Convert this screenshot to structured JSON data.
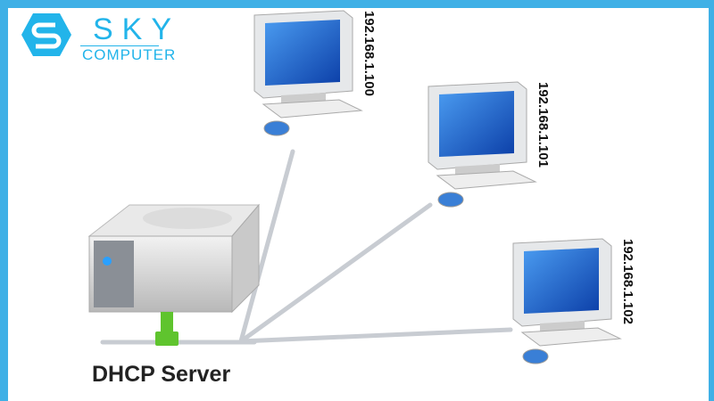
{
  "logo": {
    "line1": "SKY",
    "line2": "COMPUTER"
  },
  "server": {
    "label": "DHCP Server"
  },
  "clients": [
    {
      "ip": "192.168.1.100"
    },
    {
      "ip": "192.168.1.101"
    },
    {
      "ip": "192.168.1.102"
    }
  ],
  "colors": {
    "frame": "#3fb0e6",
    "screen": "#1a5fc8",
    "connector": "#5fc42e"
  }
}
